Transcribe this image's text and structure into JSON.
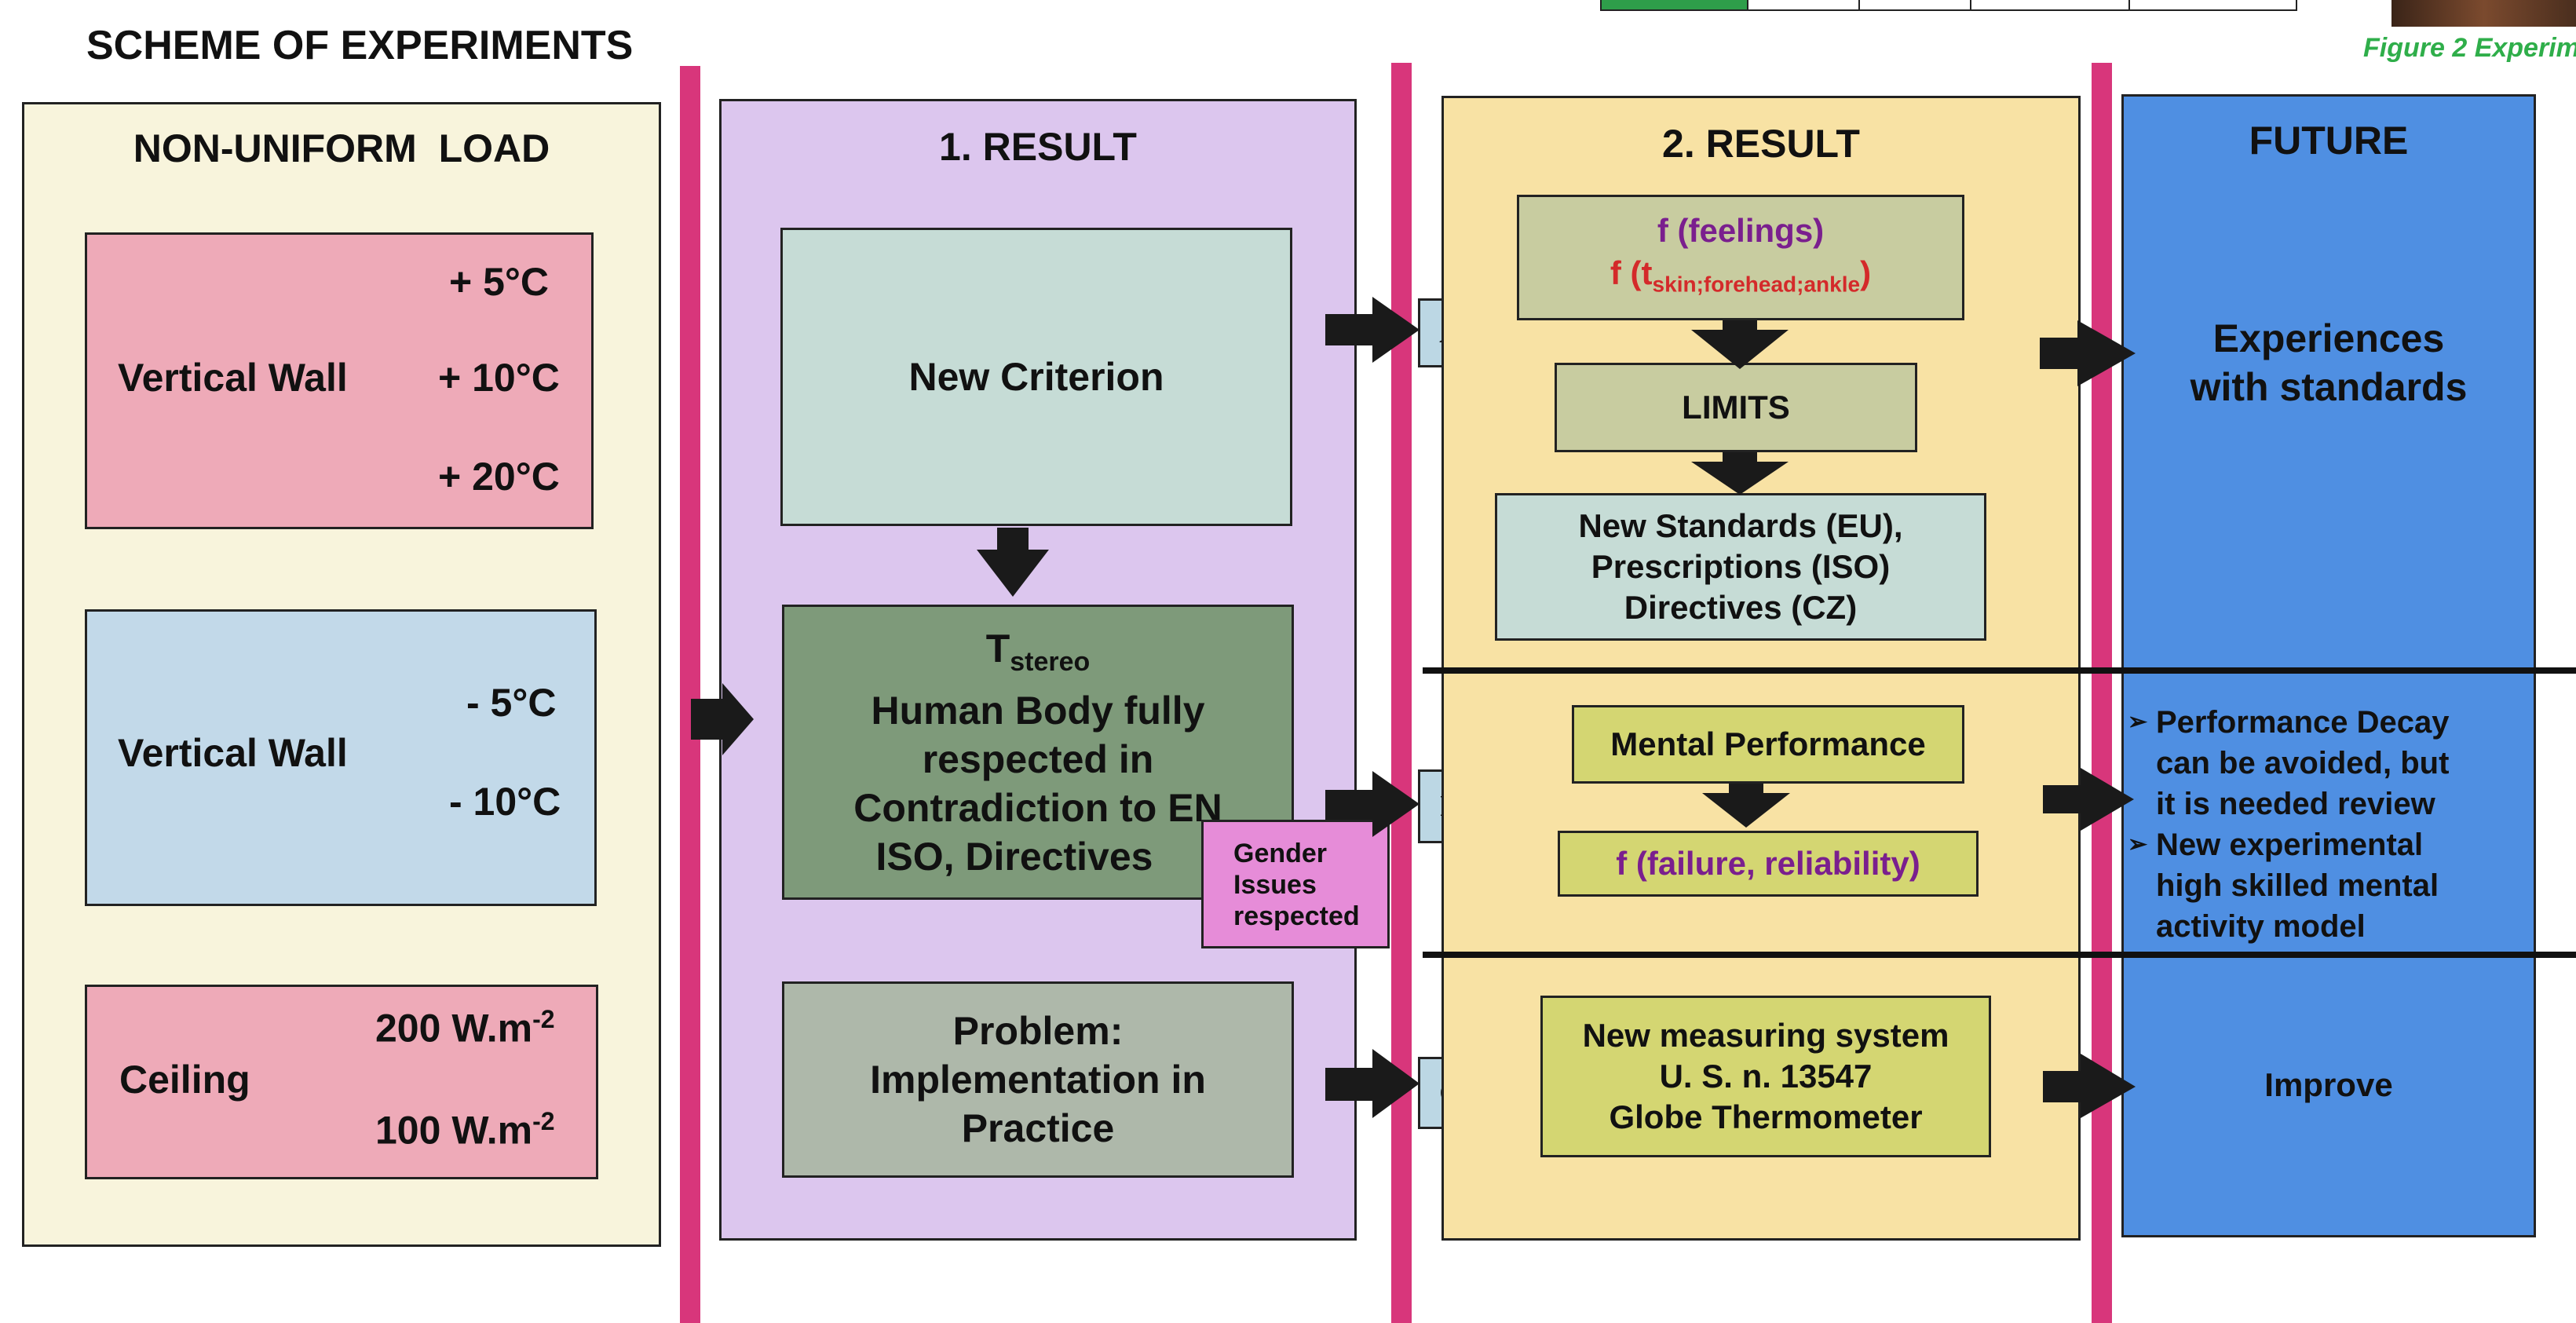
{
  "title": "SCHEME OF EXPERIMENTS",
  "figure_caption": "Figure 2 Experim",
  "non_uniform": {
    "header": "NON-UNIFORM  LOAD",
    "wall1": {
      "label": "Vertical Wall",
      "values": [
        "+ 5°C",
        "+ 10°C",
        "+ 20°C"
      ]
    },
    "wall2": {
      "label": "Vertical Wall",
      "values": [
        "- 5°C",
        "- 10°C"
      ]
    },
    "ceiling": {
      "label": "Ceiling",
      "values": [
        "200 W.m",
        "100 W.m"
      ],
      "exp": "-2"
    }
  },
  "result1": {
    "header": "1. RESULT",
    "new_criterion": "New Criterion",
    "tstereo_T": "T",
    "tstereo_sub": "stereo",
    "body_lines": [
      "Human Body fully",
      "respected in",
      "Contradiction to EN",
      "ISO, Directives"
    ],
    "gender": [
      "Gender",
      "Issues",
      "respected"
    ],
    "problem": [
      "Problem:",
      "Implementation in",
      "Practice"
    ]
  },
  "tags": [
    "A",
    "B",
    "C"
  ],
  "result2": {
    "header": "2. RESULT",
    "feelings": "f (feelings)",
    "skin_f": "f (t",
    "skin_sub": "skin;forehead;ankle",
    "skin_close": ")",
    "limits": "LIMITS",
    "standards": [
      "New Standards (EU),",
      "Prescriptions (ISO)",
      "Directives (CZ)"
    ],
    "mental": "Mental Performance",
    "failure": "f (failure, reliability)",
    "measuring": [
      "New measuring system",
      "U. S. n. 13547",
      "Globe Thermometer"
    ]
  },
  "future": {
    "header": "FUTURE",
    "experiences": [
      "Experiences",
      "with standards"
    ],
    "bullets": [
      [
        "Performance Decay",
        "can be avoided, but",
        "it is needed review"
      ],
      [
        "New experimental",
        "high skilled mental",
        "activity model"
      ]
    ],
    "bullet_mark": "➢",
    "improve": "Improve"
  },
  "colors": {
    "cream": "#f8f4dc",
    "lavender": "#dcc6ee",
    "yellow": "#f8e2a4",
    "blue": "#4f8fe2",
    "pink_box": "#eeaab8",
    "light_blue_box": "#c2d9e9",
    "teal_gray": "#c6dcd6",
    "dark_green": "#7e9a7a",
    "gray_green": "#aeb8aa",
    "olive_light": "#c8cca0",
    "olive_yellow": "#d4d672",
    "magenta": "#e68cd8",
    "purple_text": "#7a1f8e",
    "red_text": "#d42a2a",
    "bar_pink": "#d8367b",
    "caption_green": "#2fae4a"
  }
}
